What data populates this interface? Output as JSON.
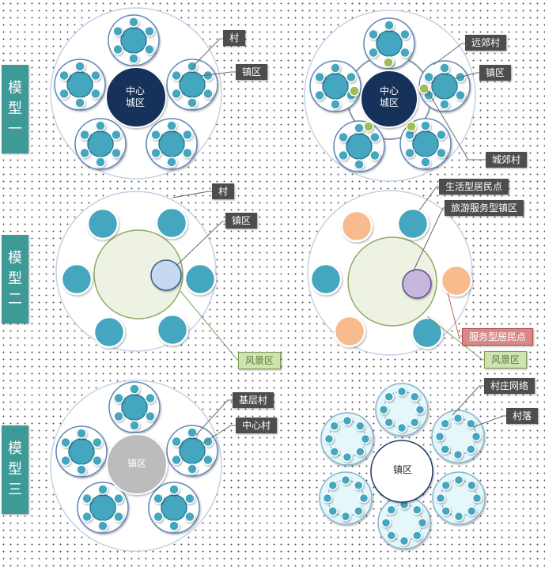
{
  "model_labels": [
    {
      "chars": [
        "模",
        "型",
        "一"
      ]
    },
    {
      "chars": [
        "模",
        "型",
        "二"
      ]
    },
    {
      "chars": [
        "模",
        "型",
        "三"
      ]
    }
  ],
  "model1_left": {
    "center": "中心\n城区",
    "callout_village": "村",
    "callout_town": "镇区"
  },
  "model1_right": {
    "center": "中心\n城区",
    "callout_suburb_village": "远郊村",
    "callout_town": "镇区",
    "callout_near_village": "城郊村"
  },
  "model2_left": {
    "callout_village": "村",
    "callout_town": "镇区",
    "callout_scenic": "风景区"
  },
  "model2_right": {
    "callout_living": "生活型居民点",
    "callout_tourism_town": "旅游服务型镇区",
    "callout_service": "服务型居民点",
    "callout_scenic": "风景区"
  },
  "model3_left": {
    "center": "镇区",
    "callout_basic": "基层村",
    "callout_central": "中心村"
  },
  "model3_right": {
    "center": "镇区",
    "callout_network": "村庄网络",
    "callout_settlement": "村落"
  },
  "colors": {
    "label_bg": "#3e9a97",
    "node_teal": "#45a6c0",
    "center_navy": "#16305a",
    "light_green": "#eef2e2",
    "green_border": "#8eaa63",
    "orange": "#f7bb8d",
    "lavender": "#c5b8dc",
    "light_blue": "#c6d9f0",
    "gray": "#bcbcbc",
    "cyan_light": "#e4f7fa"
  }
}
